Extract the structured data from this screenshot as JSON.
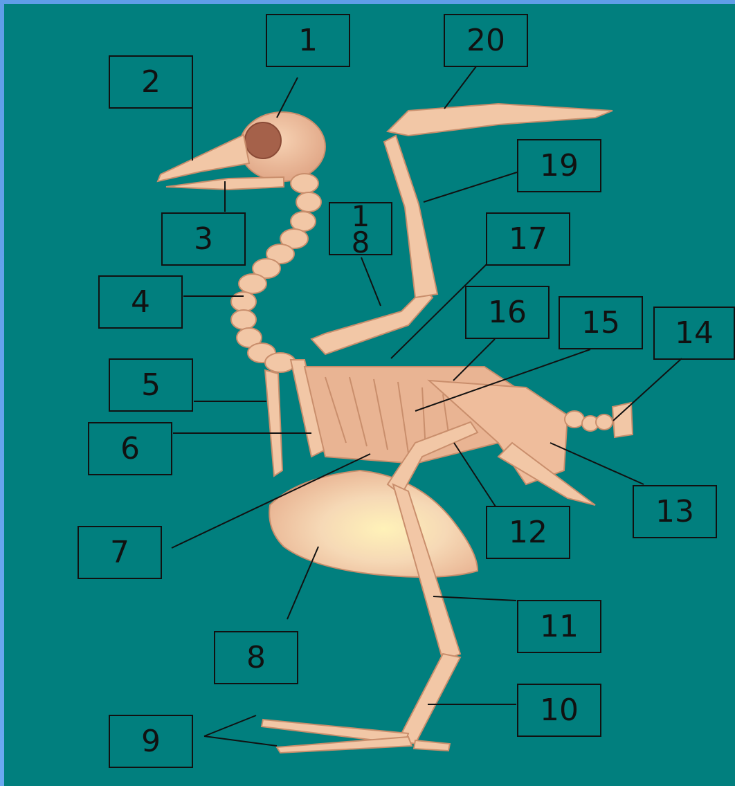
{
  "labels": {
    "l1": "1",
    "l2": "2",
    "l3": "3",
    "l4": "4",
    "l5": "5",
    "l6": "6",
    "l7": "7",
    "l8": "8",
    "l9": "9",
    "l10": "10",
    "l11": "11",
    "l12": "12",
    "l13": "13",
    "l14": "14",
    "l15": "15",
    "l16": "16",
    "l17": "17",
    "l18_top": "1",
    "l18_bottom": "8",
    "l19": "19",
    "l20": "20"
  },
  "colors": {
    "panel": "#017f7e",
    "frame": "#66a6ef",
    "bone": "#f2c7a6",
    "bone_shadow": "#c98e6c",
    "leader": "#111111"
  }
}
